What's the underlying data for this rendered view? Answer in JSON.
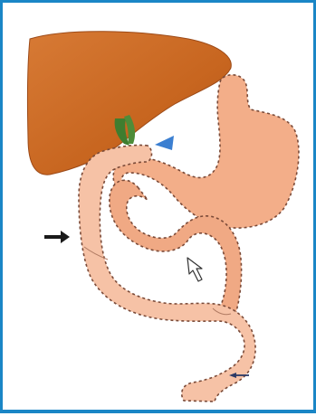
{
  "figure": {
    "frame_color": "#1a86c6",
    "background": "#ffffff"
  },
  "organs": [
    {
      "name": "liver",
      "color": "#c7651f"
    },
    {
      "name": "stomach",
      "color": "#f3ae89"
    },
    {
      "name": "afferent-limb",
      "color": "#f4b898"
    },
    {
      "name": "roux-limb",
      "color": "#f6c2a6"
    },
    {
      "name": "gallbladder-stump",
      "color": "#3f7d2f"
    }
  ],
  "markers": [
    {
      "name": "black-arrow",
      "color": "#1a1a1a"
    },
    {
      "name": "arrowhead",
      "color": "#3b7fd1"
    },
    {
      "name": "open-arrow",
      "color": "#ffffff"
    },
    {
      "name": "thin-arrow",
      "color": "#2c3a66"
    }
  ]
}
